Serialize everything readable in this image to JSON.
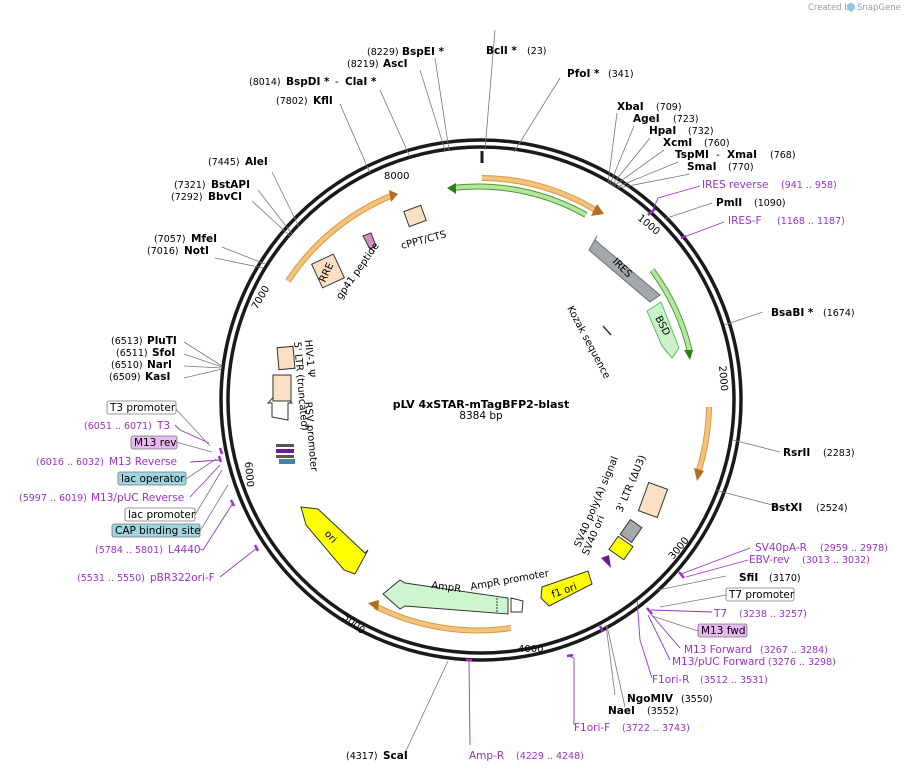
{
  "credit": {
    "prefix": "Created by",
    "brand": "SnapGene"
  },
  "plasmid": {
    "name": "pLV 4xSTAR-mTagBFP2-blast",
    "size": "8384 bp"
  },
  "ticks": [
    "1000",
    "2000",
    "3000",
    "4000",
    "5000",
    "6000",
    "7000",
    "8000"
  ],
  "features": {
    "ires": "IRES",
    "bsd": "BSD",
    "kozak": "Kozak sequence",
    "ltr3": "3' LTR (ΔU3)",
    "sv40_polya": "SV40 poly(A) signal",
    "sv40_ori": "SV40 ori",
    "f1_ori": "f1 ori",
    "ampr_promoter": "AmpR promoter",
    "ampr": "AmpR",
    "ori": "ori",
    "rsv_promoter": "RSV promoter",
    "ltr5": "5' LTR (truncated)",
    "hiv_psi": "HIV-1 Ψ",
    "rre": "RRE",
    "gp41": "gp41 peptide",
    "cppt": "cPPT/CTS"
  },
  "sites": {
    "bspei": {
      "name": "BspEI *",
      "pos": "(8229)"
    },
    "asci": {
      "name": "AscI",
      "pos": "(8219)"
    },
    "bcli": {
      "name": "BclI *",
      "pos": "(23)"
    },
    "bspdi": {
      "name": "BspDI *",
      "sep": "-",
      "name2": "ClaI *",
      "pos": "(8014)"
    },
    "kfli": {
      "name": "KflI",
      "pos": "(7802)"
    },
    "pfoi": {
      "name": "PfoI *",
      "pos": "(341)"
    },
    "xbai": {
      "name": "XbaI",
      "pos": "(709)"
    },
    "agei": {
      "name": "AgeI",
      "pos": "(723)"
    },
    "hpai": {
      "name": "HpaI",
      "pos": "(732)"
    },
    "xcmi": {
      "name": "XcmI",
      "pos": "(760)"
    },
    "tspmi": {
      "name": "TspMI",
      "sep": "-",
      "name2": "XmaI",
      "pos": "(768)"
    },
    "smai": {
      "name": "SmaI",
      "pos": "(770)"
    },
    "pmli": {
      "name": "PmlI",
      "pos": "(1090)"
    },
    "alei": {
      "name": "AleI",
      "pos": "(7445)"
    },
    "bstapi": {
      "name": "BstAPI",
      "pos": "(7321)"
    },
    "bbvci": {
      "name": "BbvCI",
      "pos": "(7292)"
    },
    "mfei": {
      "name": "MfeI",
      "pos": "(7057)"
    },
    "noti": {
      "name": "NotI",
      "pos": "(7016)"
    },
    "bsabi": {
      "name": "BsaBI *",
      "pos": "(1674)"
    },
    "plutI": {
      "name": "PluTI",
      "pos": "(6513)"
    },
    "sfoi": {
      "name": "SfoI",
      "pos": "(6511)"
    },
    "nari": {
      "name": "NarI",
      "pos": "(6510)"
    },
    "kasi": {
      "name": "KasI",
      "pos": "(6509)"
    },
    "rsrii": {
      "name": "RsrII",
      "pos": "(2283)"
    },
    "bstxi": {
      "name": "BstXI",
      "pos": "(2524)"
    },
    "sfii": {
      "name": "SfiI",
      "pos": "(3170)"
    },
    "ngomiv": {
      "name": "NgoMIV",
      "pos": "(3550)"
    },
    "naei": {
      "name": "NaeI",
      "pos": "(3552)"
    },
    "scai": {
      "name": "ScaI",
      "pos": "(4317)"
    }
  },
  "primers": {
    "ires_rev": {
      "name": "IRES reverse",
      "range": "(941 .. 958)"
    },
    "ires_f": {
      "name": "IRES-F",
      "range": "(1168 .. 1187)"
    },
    "t3": {
      "name": "T3",
      "range": "(6051 .. 6071)"
    },
    "m13_reverse": {
      "name": "M13 Reverse",
      "range": "(6016 .. 6032)"
    },
    "m13_puc_reverse": {
      "name": "M13/pUC Reverse",
      "range": "(5997 .. 6019)"
    },
    "l4440": {
      "name": "L4440",
      "range": "(5784 .. 5801)"
    },
    "pbr322ori_f": {
      "name": "pBR322ori-F",
      "range": "(5531 .. 5550)"
    },
    "sv40pa_r": {
      "name": "SV40pA-R",
      "range": "(2959 .. 2978)"
    },
    "ebv_rev": {
      "name": "EBV-rev",
      "range": "(3013 .. 3032)"
    },
    "t7": {
      "name": "T7",
      "range": "(3238 .. 3257)"
    },
    "m13_forward": {
      "name": "M13 Forward",
      "range": "(3267 .. 3284)"
    },
    "m13_puc_forward": {
      "name": "M13/pUC Forward",
      "range": "(3276 .. 3298)"
    },
    "f1ori_r": {
      "name": "F1ori-R",
      "range": "(3512 .. 3531)"
    },
    "f1ori_f": {
      "name": "F1ori-F",
      "range": "(3722 .. 3743)"
    },
    "amp_r": {
      "name": "Amp-R",
      "range": "(4229 .. 4248)"
    }
  },
  "boxes": {
    "t3_promoter": "T3 promoter",
    "m13_rev": "M13 rev",
    "lac_operator": "lac operator",
    "lac_promoter": "lac promoter",
    "cap_site": "CAP binding site",
    "t7_promoter": "T7 promoter",
    "m13_fwd": "M13 fwd"
  },
  "colors": {
    "backbone": "#1a1a1a",
    "orange_arrow": "#f2c27f",
    "green_arrow": "#b5e6a0",
    "primer": "#9b30c8",
    "ires": "#a3a8ad",
    "bsd": "#c9f2c8",
    "ltr": "#fbe0c3",
    "ori": "#ffff00",
    "ampr": "#cff5cf",
    "m13_box": "#e8b8f0",
    "lac_box": "#9fd5e0"
  }
}
